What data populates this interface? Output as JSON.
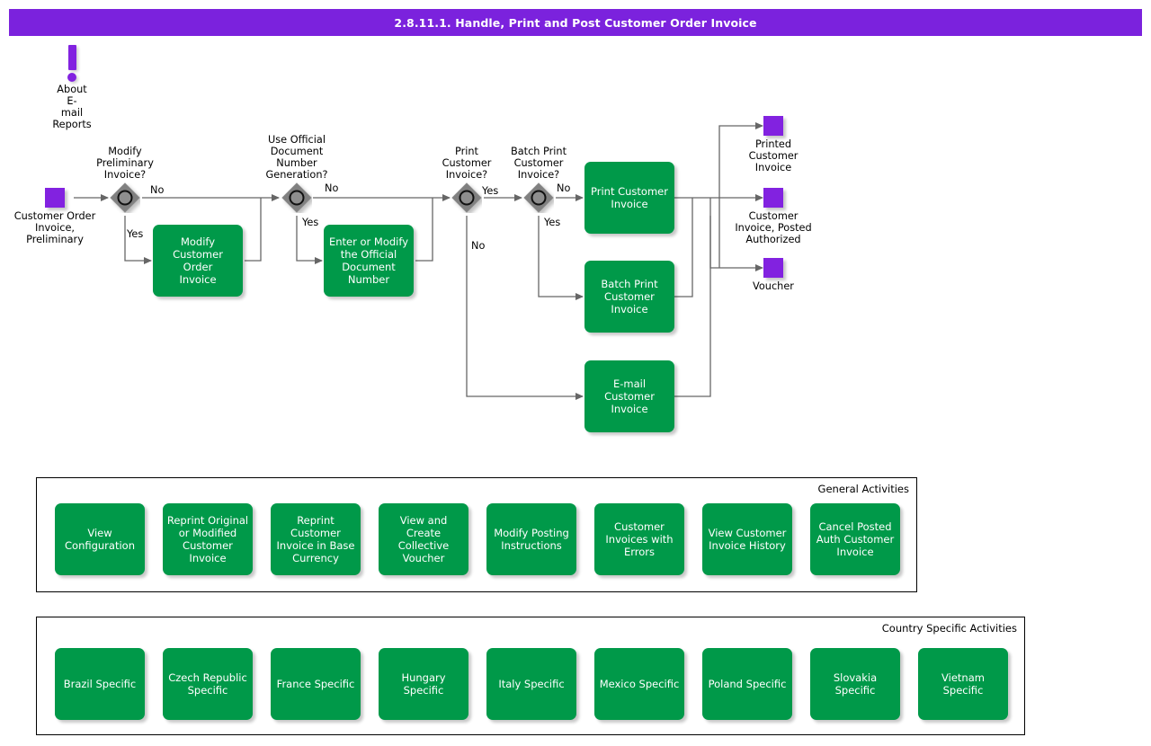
{
  "title": "2.8.11.1. Handle, Print and Post Customer Order Invoice",
  "colors": {
    "title_bar": "#7B22DD",
    "terminator": "#8222E0",
    "process": "#009949",
    "decision": "#808080",
    "connector": "#666666"
  },
  "info_note": {
    "icon": "exclamation-icon",
    "label": "About E-\nmail\nReports"
  },
  "terminators": [
    {
      "id": "start",
      "label": "Customer Order\nInvoice,\nPreliminary"
    },
    {
      "id": "printed",
      "label": "Printed\nCustomer\nInvoice"
    },
    {
      "id": "posted",
      "label": "Customer\nInvoice, Posted\nAuthorized"
    },
    {
      "id": "voucher",
      "label": "Voucher"
    }
  ],
  "decisions": [
    {
      "id": "modify-preliminary",
      "label": "Modify\nPreliminary\nInvoice?",
      "yes": "Yes",
      "no": "No"
    },
    {
      "id": "official-doc-number",
      "label": "Use Official\nDocument\nNumber\nGeneration?",
      "yes": "Yes",
      "no": "No"
    },
    {
      "id": "print-customer-invoice",
      "label": "Print\nCustomer\nInvoice?",
      "yes": "Yes",
      "no": "No"
    },
    {
      "id": "batch-print-customer-invoice",
      "label": "Batch Print\nCustomer\nInvoice?",
      "yes": "Yes",
      "no": "No"
    }
  ],
  "processes": [
    {
      "id": "modify-customer-order-invoice",
      "label": "Modify\nCustomer Order\nInvoice"
    },
    {
      "id": "enter-or-modify-official-document-number",
      "label": "Enter or Modify\nthe Official\nDocument\nNumber"
    },
    {
      "id": "print-customer-invoice",
      "label": "Print Customer\nInvoice"
    },
    {
      "id": "batch-print-customer-invoice",
      "label": "Batch Print\nCustomer\nInvoice"
    },
    {
      "id": "email-customer-invoice",
      "label": "E-mail Customer\nInvoice"
    }
  ],
  "general_activities": {
    "title": "General Activities",
    "items": [
      "View\nConfiguration",
      "Reprint Original\nor Modified\nCustomer\nInvoice",
      "Reprint\nCustomer\nInvoice in Base\nCurrency",
      "View and Create\nCollective\nVoucher",
      "Modify Posting\nInstructions",
      "Customer\nInvoices with\nErrors",
      "View Customer\nInvoice History",
      "Cancel Posted\nAuth Customer\nInvoice"
    ]
  },
  "country_specific_activities": {
    "title": "Country Specific Activities",
    "items": [
      "Brazil Specific",
      "Czech Republic\nSpecific",
      "France Specific",
      "Hungary Specific",
      "Italy Specific",
      "Mexico Specific",
      "Poland Specific",
      "Slovakia\nSpecific",
      "Vietnam Specific"
    ]
  }
}
